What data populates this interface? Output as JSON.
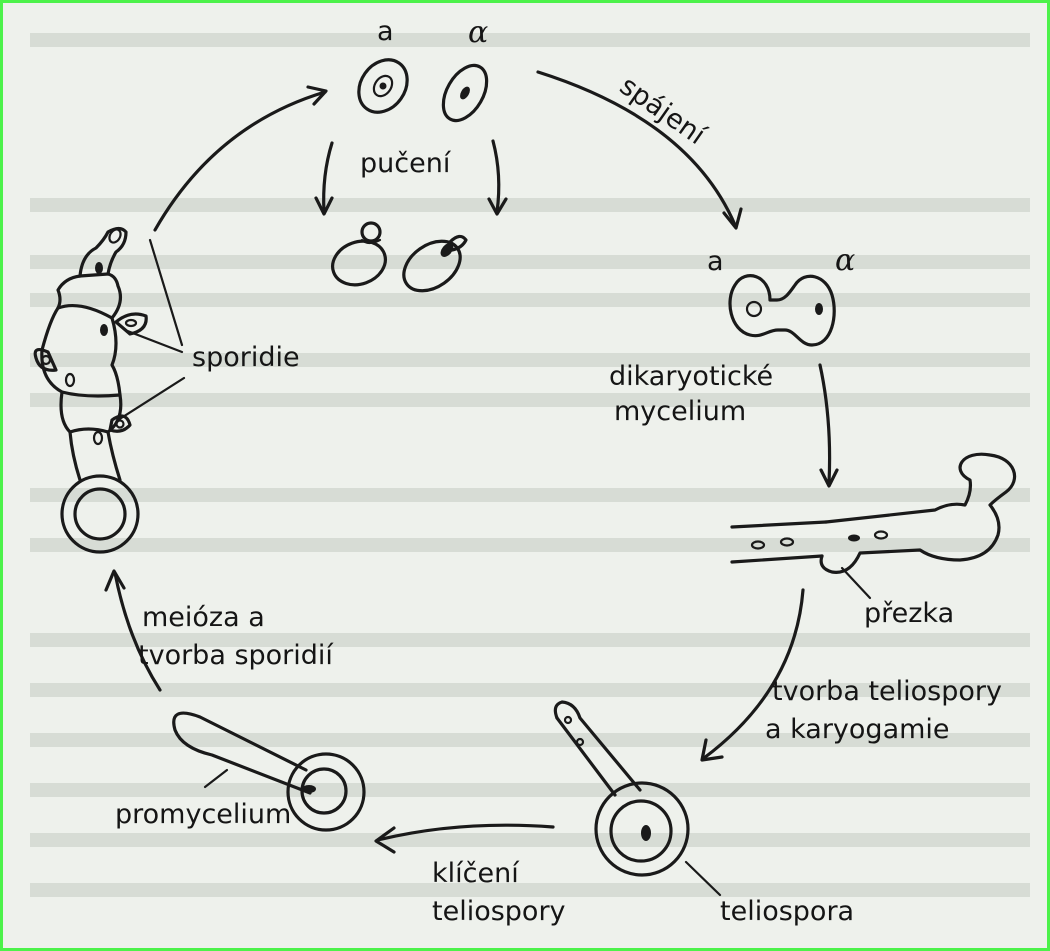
{
  "labels": {
    "a_top": "a",
    "alpha_top": "α",
    "puceni": "pučení",
    "spajeni": "spájení",
    "a_right": "a",
    "alpha_right": "α",
    "dikaryoticke": "dikaryotické",
    "mycelium": "mycelium",
    "sporidie": "sporidie",
    "prezka": "přezka",
    "tvorba_teliospory": "tvorba teliospory",
    "a_karyogamie": "a karyogamie",
    "meioza_a": "meióza a",
    "tvorba_sporidii": "tvorba sporidií",
    "promycelium": "promycelium",
    "kliceni": "klíčení",
    "teliospory": "teliospory",
    "teliospora": "teliospora"
  },
  "colors": {
    "border": "#4cf24a",
    "paper": "#eef1ec",
    "ink": "#1a1a1a"
  }
}
